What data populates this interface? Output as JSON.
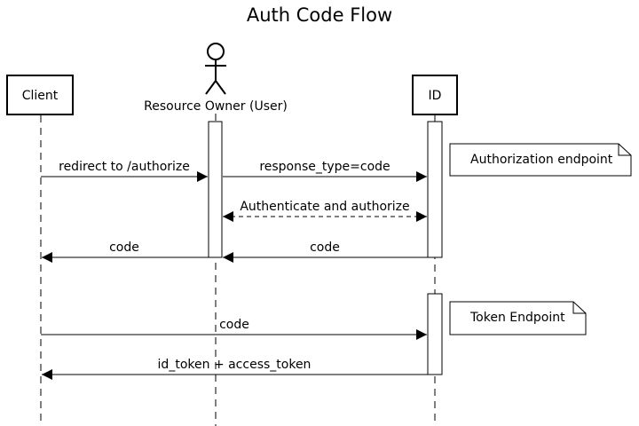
{
  "diagram": {
    "title": "Auth Code Flow",
    "participants": {
      "client": "Client",
      "resource_owner": "Resource Owner (User)",
      "id": "ID"
    },
    "messages": [
      {
        "label": "redirect to /authorize",
        "from": "Client",
        "to": "Resource Owner (User)",
        "style": "solid"
      },
      {
        "label": "response_type=code",
        "from": "Resource Owner (User)",
        "to": "ID",
        "style": "solid"
      },
      {
        "label": "Authenticate and authorize",
        "from": "ID",
        "to": "Resource Owner (User)",
        "style": "dashed-bidirectional"
      },
      {
        "label": "code",
        "from": "Resource Owner (User)",
        "to": "Client",
        "style": "solid"
      },
      {
        "label": "code",
        "from": "ID",
        "to": "Resource Owner (User)",
        "style": "solid"
      },
      {
        "label": "code",
        "from": "Client",
        "to": "ID",
        "style": "solid"
      },
      {
        "label": "id_token + access_token",
        "from": "ID",
        "to": "Client",
        "style": "solid"
      }
    ],
    "notes": [
      "Authorization endpoint",
      "Token Endpoint"
    ]
  }
}
